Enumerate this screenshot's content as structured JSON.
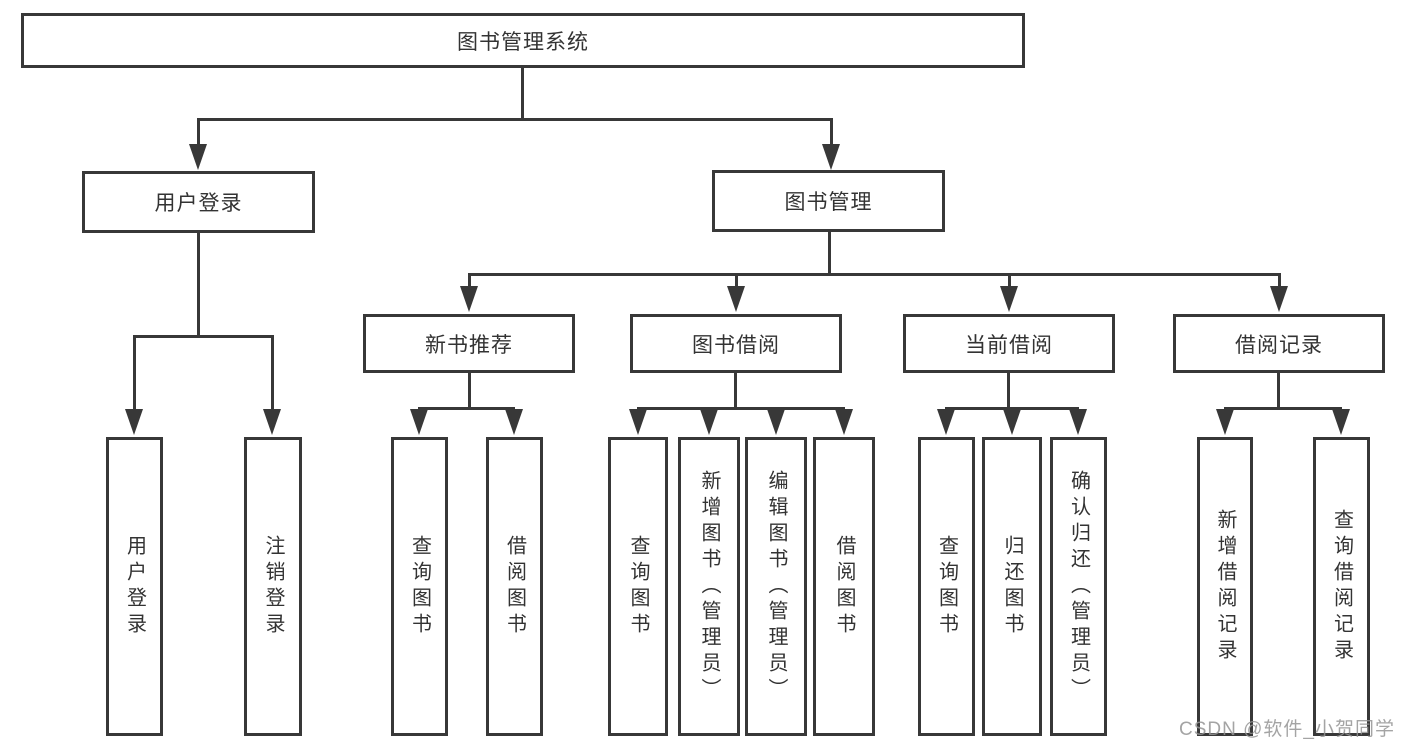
{
  "diagram": {
    "root": "图书管理系统",
    "branches": {
      "user_login": {
        "label": "用户登录",
        "children": {
          "login": "用户登录",
          "logout": "注销登录"
        }
      },
      "book_mgmt": {
        "label": "图书管理",
        "sections": {
          "new_book_rec": {
            "label": "新书推荐",
            "children": {
              "query": "查询图书",
              "borrow": "借阅图书"
            }
          },
          "book_borrow": {
            "label": "图书借阅",
            "children": {
              "query": "查询图书",
              "add": "新增图书（管理员）",
              "edit": "编辑图书（管理员）",
              "borrow": "借阅图书"
            }
          },
          "current_borrow": {
            "label": "当前借阅",
            "children": {
              "query": "查询图书",
              "return": "归还图书",
              "confirm": "确认归还（管理员）"
            }
          },
          "borrow_records": {
            "label": "借阅记录",
            "children": {
              "add": "新增借阅记录",
              "query": "查询借阅记录"
            }
          }
        }
      }
    }
  },
  "watermark": {
    "text": "CSDN @软件_小贺同学"
  },
  "colors": {
    "line": "#383838",
    "text": "#333333",
    "watermark": "#949494",
    "background": "#ffffff"
  }
}
